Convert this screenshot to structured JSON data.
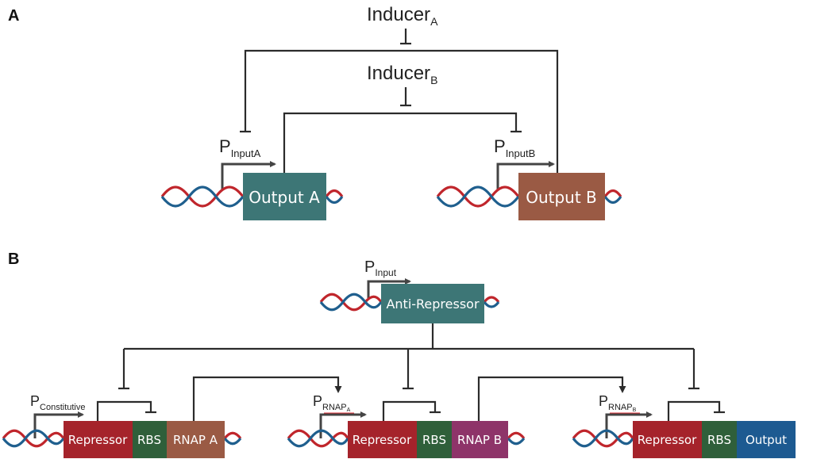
{
  "panels": {
    "a": "A",
    "b": "B"
  },
  "inducer_a": {
    "main": "Inducer",
    "sub": "A"
  },
  "inducer_b": {
    "main": "Inducer",
    "sub": "B"
  },
  "p_input_a": {
    "main": "P",
    "sub": "InputA"
  },
  "p_input_b": {
    "main": "P",
    "sub": "InputB"
  },
  "output_a": "Output A",
  "output_b": "Output B",
  "p_input": {
    "main": "P",
    "sub": "Input"
  },
  "anti_repressor": "Anti-Repressor",
  "p_constitutive": {
    "main": "P",
    "sub": "Constitutive"
  },
  "p_rnap_a": {
    "main": "P",
    "sub": "RNAP",
    "subsub": "A"
  },
  "p_rnap_b": {
    "main": "P",
    "sub": "RNAP",
    "subsub": "B"
  },
  "cassette1": {
    "repressor": "Repressor",
    "rbs": "RBS",
    "gene": "RNAP A"
  },
  "cassette2": {
    "repressor": "Repressor",
    "rbs": "RBS",
    "gene": "RNAP B"
  },
  "cassette3": {
    "repressor": "Repressor",
    "rbs": "RBS",
    "gene": "Output"
  },
  "colors": {
    "teal": "#3d7676",
    "brown": "#9a5a44",
    "repressor": "#a5232b",
    "rbs": "#2f5f3a",
    "rnap_a": "#9a5a44",
    "rnap_b": "#8e3469",
    "output": "#1d5a91",
    "dna_red": "#c0262c",
    "dna_blue": "#1f5f8e"
  }
}
